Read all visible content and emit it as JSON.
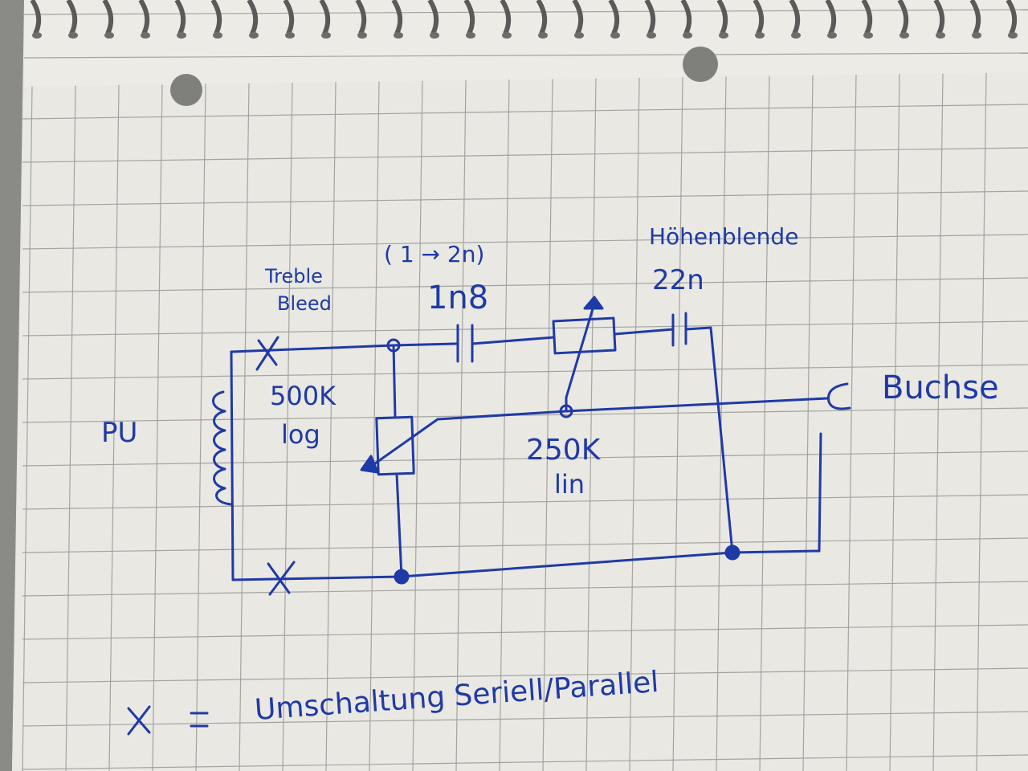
{
  "labels": {
    "treble_bleed_line1": "Treble",
    "treble_bleed_line2": "Bleed",
    "cap_range": "( 1 → 2n)",
    "cap_value": "1n8",
    "tone_title": "Höhenblende",
    "tone_cap": "22n",
    "pot_volume_value": "500K",
    "pot_volume_taper": "log",
    "pot_tone_value": "250K",
    "pot_tone_taper": "lin",
    "pickup": "PU",
    "jack": "Buchse",
    "legend_symbol": "X",
    "legend_equals": "=",
    "legend_text": "Umschaltung Seriell/Parallel"
  },
  "colors": {
    "ink": "#1f3aa6",
    "paper": "#ecebe6",
    "grid": "#9a9a98"
  }
}
